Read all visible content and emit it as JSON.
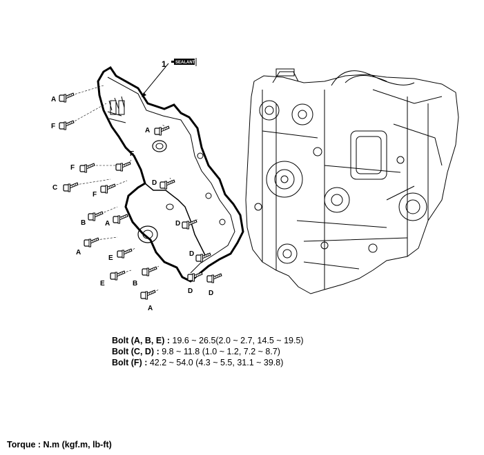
{
  "callout": {
    "number": "1",
    "sealant_label": "SEALANT"
  },
  "bolt_labels": [
    {
      "letter": "A"
    },
    {
      "letter": "F"
    },
    {
      "letter": "A"
    },
    {
      "letter": "F"
    },
    {
      "letter": "F"
    },
    {
      "letter": "C"
    },
    {
      "letter": "F"
    },
    {
      "letter": "D"
    },
    {
      "letter": "B"
    },
    {
      "letter": "A"
    },
    {
      "letter": "D"
    },
    {
      "letter": "A"
    },
    {
      "letter": "E"
    },
    {
      "letter": "D"
    },
    {
      "letter": "E"
    },
    {
      "letter": "B"
    },
    {
      "letter": "D"
    },
    {
      "letter": "D"
    },
    {
      "letter": "A"
    }
  ],
  "specs": [
    {
      "label": "Bolt (A, B, E) :",
      "value": " 19.6 ~ 26.5(2.0 ~ 2.7, 14.5 ~ 19.5)"
    },
    {
      "label": "Bolt (C, D) :",
      "value": " 9.8 ~ 11.8 (1.0 ~ 1.2, 7.2 ~ 8.7)"
    },
    {
      "label": "Bolt (F) :",
      "value": " 42.2 ~ 54.0 (4.3 ~ 5.5, 31.1 ~ 39.8)"
    }
  ],
  "torque_unit": "Torque : N.m (kgf.m, lb-ft)"
}
